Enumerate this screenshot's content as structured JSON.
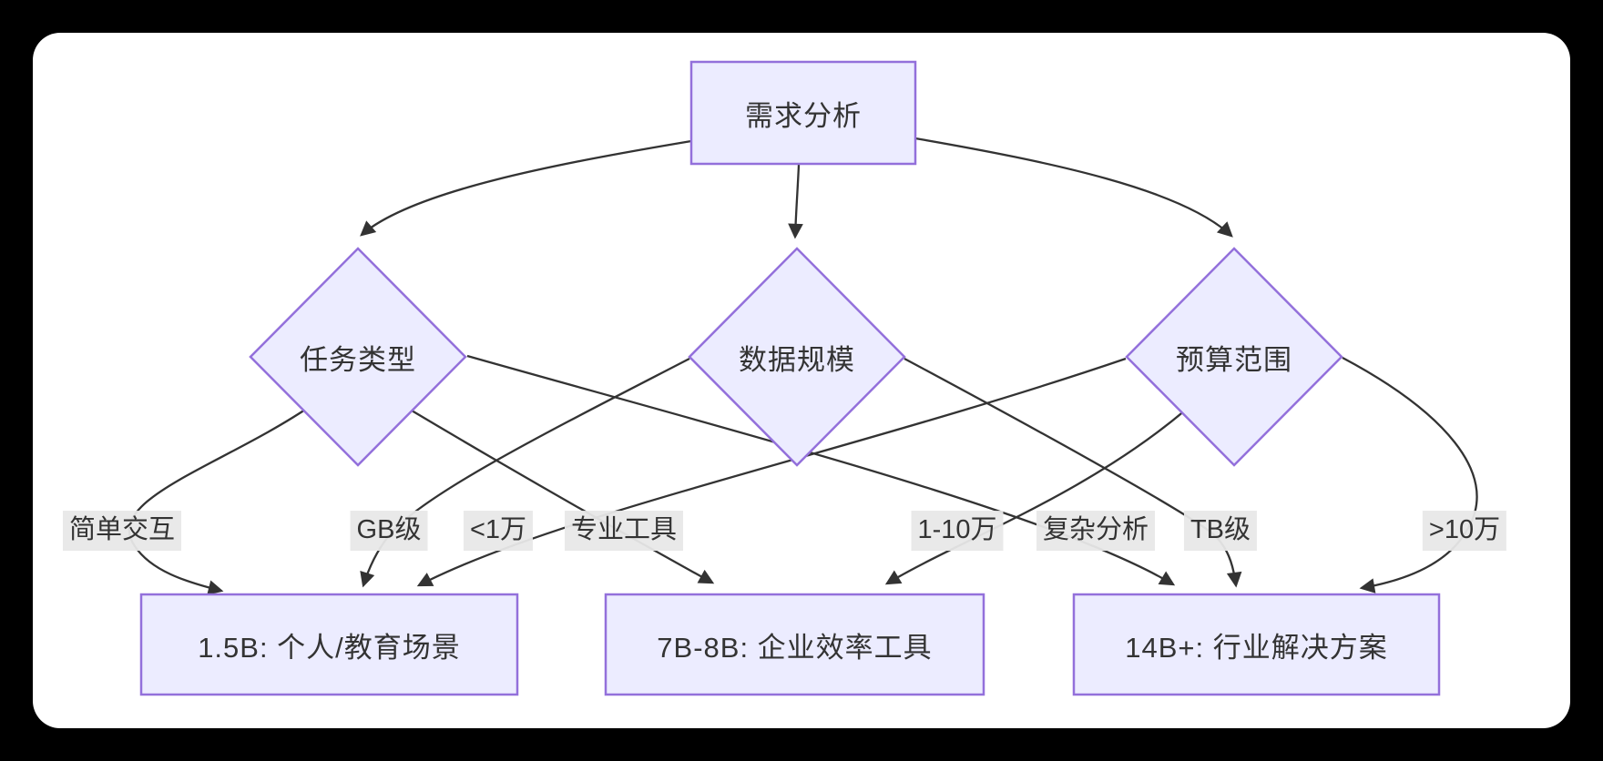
{
  "diagram": {
    "type": "flowchart",
    "nodes": {
      "root": {
        "label": "需求分析",
        "shape": "rect"
      },
      "task_type": {
        "label": "任务类型",
        "shape": "diamond"
      },
      "data_scale": {
        "label": "数据规模",
        "shape": "diamond"
      },
      "budget": {
        "label": "预算范围",
        "shape": "diamond"
      },
      "model_1_5b": {
        "label": "1.5B: 个人/教育场景",
        "shape": "rect"
      },
      "model_7b_8b": {
        "label": "7B-8B: 企业效率工具",
        "shape": "rect"
      },
      "model_14b": {
        "label": "14B+: 行业解决方案",
        "shape": "rect"
      }
    },
    "edge_labels": {
      "simple_interaction": "简单交互",
      "gb_scale": "GB级",
      "lt_10k": "<1万",
      "pro_tools": "专业工具",
      "k10_100k": "1-10万",
      "complex_analysis": "复杂分析",
      "tb_scale": "TB级",
      "gt_100k": ">10万"
    },
    "edges": [
      {
        "from": "需求分析",
        "to": "任务类型",
        "label": ""
      },
      {
        "from": "需求分析",
        "to": "数据规模",
        "label": ""
      },
      {
        "from": "需求分析",
        "to": "预算范围",
        "label": ""
      },
      {
        "from": "任务类型",
        "to": "1.5B: 个人/教育场景",
        "label": "简单交互"
      },
      {
        "from": "任务类型",
        "to": "7B-8B: 企业效率工具",
        "label": "专业工具"
      },
      {
        "from": "任务类型",
        "to": "14B+: 行业解决方案",
        "label": "复杂分析"
      },
      {
        "from": "数据规模",
        "to": "1.5B: 个人/教育场景",
        "label": "GB级"
      },
      {
        "from": "数据规模",
        "to": "14B+: 行业解决方案",
        "label": "TB级"
      },
      {
        "from": "预算范围",
        "to": "1.5B: 个人/教育场景",
        "label": "<1万"
      },
      {
        "from": "预算范围",
        "to": "7B-8B: 企业效率工具",
        "label": "1-10万"
      },
      {
        "from": "预算范围",
        "to": "14B+: 行业解决方案",
        "label": ">10万"
      }
    ],
    "colors": {
      "page_background": "#000000",
      "canvas_background": "#ffffff",
      "node_fill": "#ECECFF",
      "node_border": "#9370DB",
      "edge_line": "#333333",
      "edge_label_background": "#e8e8e8",
      "text": "#333333"
    }
  }
}
